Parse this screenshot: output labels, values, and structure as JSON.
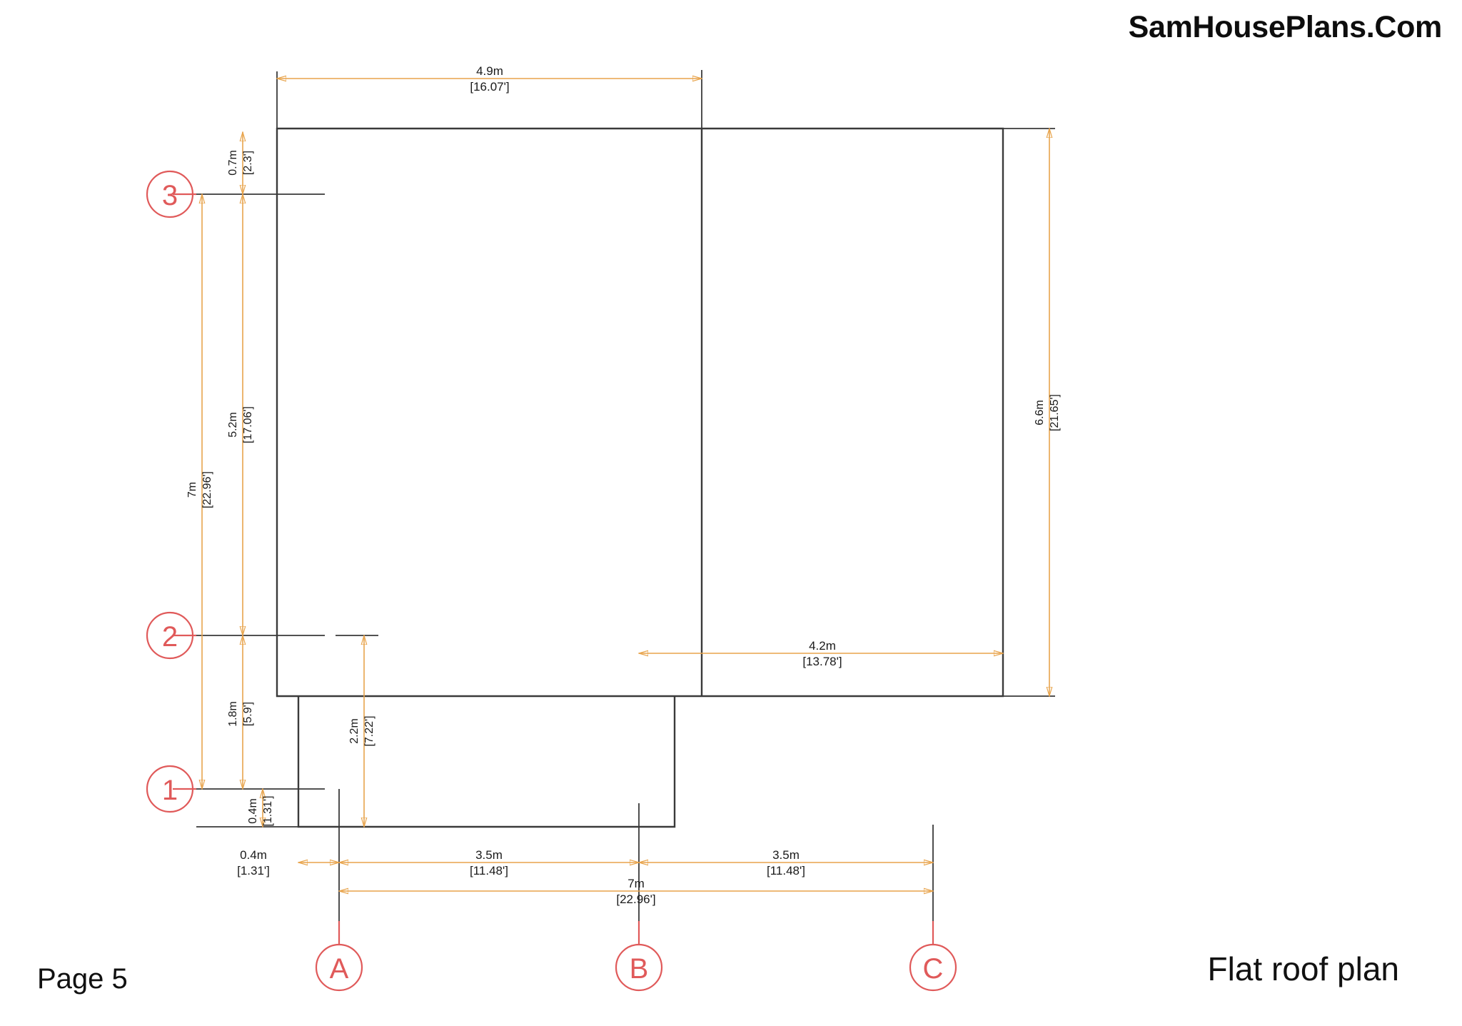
{
  "sheet": {
    "watermark": "SamHousePlans.Com",
    "page_label": "Page 5",
    "title": "Flat roof plan",
    "background_color": "#ffffff",
    "line_color": "#3a3a3a",
    "dimension_color": "#e8a44c",
    "grid_bubble_color": "#e05a5a",
    "text_color": "#1a1a1a"
  },
  "grid_bubbles": {
    "vertical": [
      {
        "label": "3"
      },
      {
        "label": "2"
      },
      {
        "label": "1"
      }
    ],
    "horizontal": [
      {
        "label": "A"
      },
      {
        "label": "B"
      },
      {
        "label": "C"
      }
    ]
  },
  "dimensions": {
    "top": [
      {
        "id": "top-overall",
        "metric": "4.9m",
        "imperial": "[16.07']"
      }
    ],
    "left": [
      {
        "id": "left-0-7",
        "metric": "0.7m",
        "imperial": "[2.3']"
      },
      {
        "id": "left-5-2",
        "metric": "5.2m",
        "imperial": "[17.06']"
      },
      {
        "id": "left-7",
        "metric": "7m",
        "imperial": "[22.96']"
      },
      {
        "id": "left-1-8",
        "metric": "1.8m",
        "imperial": "[5.9']"
      },
      {
        "id": "left-0-4",
        "metric": "0.4m",
        "imperial": "[1.31']"
      }
    ],
    "inner": [
      {
        "id": "inner-2-2",
        "metric": "2.2m",
        "imperial": "[7.22']"
      },
      {
        "id": "inner-4-2",
        "metric": "4.2m",
        "imperial": "[13.78']"
      }
    ],
    "right": [
      {
        "id": "right-6-6",
        "metric": "6.6m",
        "imperial": "[21.65']"
      }
    ],
    "bottom": [
      {
        "id": "bottom-0-4",
        "metric": "0.4m",
        "imperial": "[1.31']"
      },
      {
        "id": "bottom-3-5-a",
        "metric": "3.5m",
        "imperial": "[11.48']"
      },
      {
        "id": "bottom-3-5-b",
        "metric": "3.5m",
        "imperial": "[11.48']"
      },
      {
        "id": "bottom-7",
        "metric": "7m",
        "imperial": "[22.96']"
      }
    ]
  }
}
